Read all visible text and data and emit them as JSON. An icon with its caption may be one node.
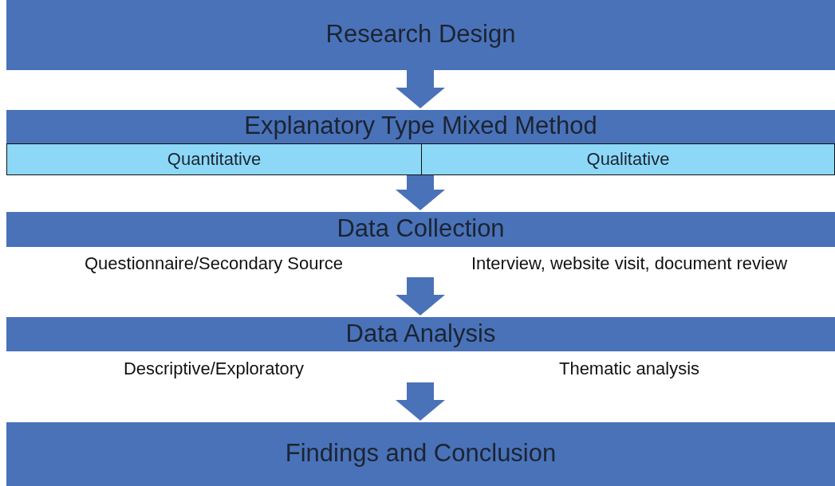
{
  "diagram": {
    "nodes": [
      {
        "text": [
          "Research Design"
        ]
      },
      {
        "text": [
          "Explanatory Type Mixed Method"
        ]
      },
      {
        "text": [
          "Quantitative"
        ],
        "in": 1
      },
      {
        "text": [
          "Qualitative"
        ],
        "in": 1
      },
      {
        "text": [
          "Data Collection",
          "Questionnaire/Secondary Source",
          "Interview, website visit, document review"
        ]
      },
      {
        "text": [
          "Data Analysis",
          "Descriptive/Exploratory",
          "Thematic analysis"
        ]
      },
      {
        "text": [
          "Findings and Conclusion"
        ]
      }
    ],
    "edges": [
      {
        "from": 0,
        "to": 1,
        "arrow": "to"
      },
      {
        "from": 1,
        "to": 4,
        "arrow": "to"
      },
      {
        "from": 4,
        "to": 5,
        "arrow": "to"
      },
      {
        "from": 5,
        "to": 6,
        "arrow": "to"
      }
    ]
  }
}
